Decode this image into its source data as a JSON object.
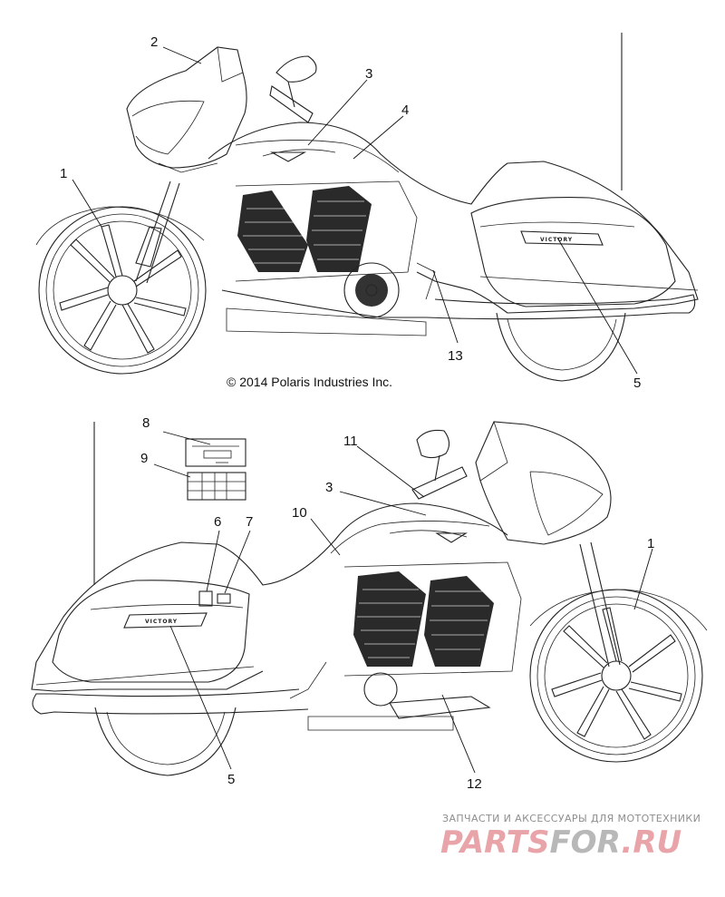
{
  "copyright": "© 2014 Polaris Industries Inc.",
  "callouts_top": {
    "c1": "1",
    "c2": "2",
    "c3": "3",
    "c4": "4",
    "c5": "5",
    "c13": "13"
  },
  "callouts_bottom": {
    "c1": "1",
    "c3": "3",
    "c5": "5",
    "c6": "6",
    "c7": "7",
    "c8": "8",
    "c9": "9",
    "c10": "10",
    "c11": "11",
    "c12": "12"
  },
  "decal_text": "VICTORY",
  "watermark": {
    "subtitle": "ЗАПЧАСТИ И АКСЕССУАРЫ ДЛЯ МОТОТЕХНИКИ",
    "logo_red": "PARTS",
    "logo_grey": "FOR",
    "logo_tld": ".RU",
    "red": "#e8a4a8",
    "grey": "#b8b8b8"
  }
}
